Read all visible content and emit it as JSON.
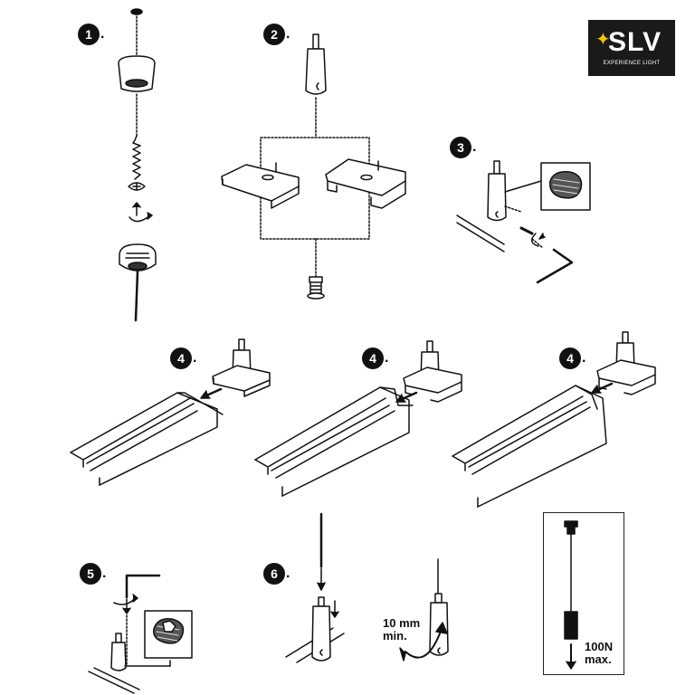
{
  "logo": {
    "brand": "SLV",
    "tagline": "EXPERIENCE LIGHT",
    "accent": "#f2c500",
    "background": "#1a1a1a"
  },
  "steps": [
    {
      "id": "step-1",
      "number": "1"
    },
    {
      "id": "step-2",
      "number": "2"
    },
    {
      "id": "step-3",
      "number": "3"
    },
    {
      "id": "step-4a",
      "number": "4"
    },
    {
      "id": "step-4b",
      "number": "4"
    },
    {
      "id": "step-4c",
      "number": "4"
    },
    {
      "id": "step-5",
      "number": "5"
    },
    {
      "id": "step-6",
      "number": "6"
    }
  ],
  "labels": {
    "distance_value": "10 mm",
    "distance_suffix": "min.",
    "load_value": "100N",
    "load_suffix": "max."
  }
}
